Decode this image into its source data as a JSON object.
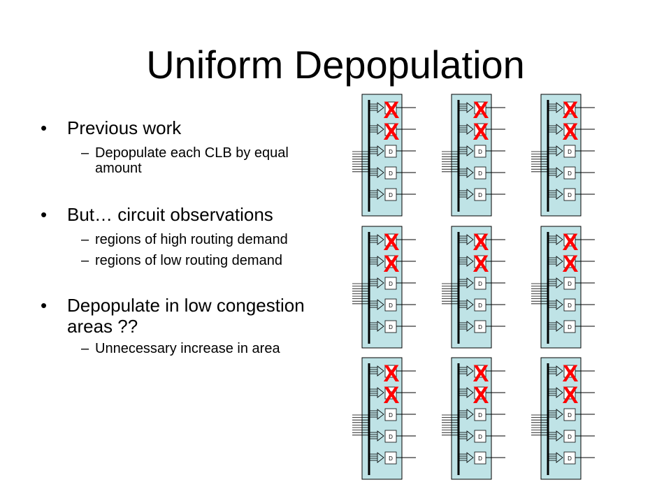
{
  "slide": {
    "title": "Uniform Depopulation",
    "bullets": [
      {
        "text": "Previous work",
        "subs": [
          "Depopulate each CLB by equal amount"
        ]
      },
      {
        "text": "But… circuit observations",
        "subs": [
          "regions of high routing demand",
          "regions of low routing demand"
        ]
      },
      {
        "text": "Depopulate in low congestion areas ??",
        "subs": [
          "Unnecessary increase in area"
        ]
      }
    ],
    "bullet_mark": "•",
    "sub_mark": "–"
  },
  "diagram": {
    "clb_rows": 3,
    "clb_cols": 3,
    "bles_per_clb": 5,
    "depopulated_bles_per_clb": 2,
    "cross_mark": "X",
    "ff_label": "D",
    "colors": {
      "clb_fill": "#bfe3e6",
      "cross": "#ff0000",
      "line": "#000000",
      "ff_fill": "#ffffff"
    }
  }
}
